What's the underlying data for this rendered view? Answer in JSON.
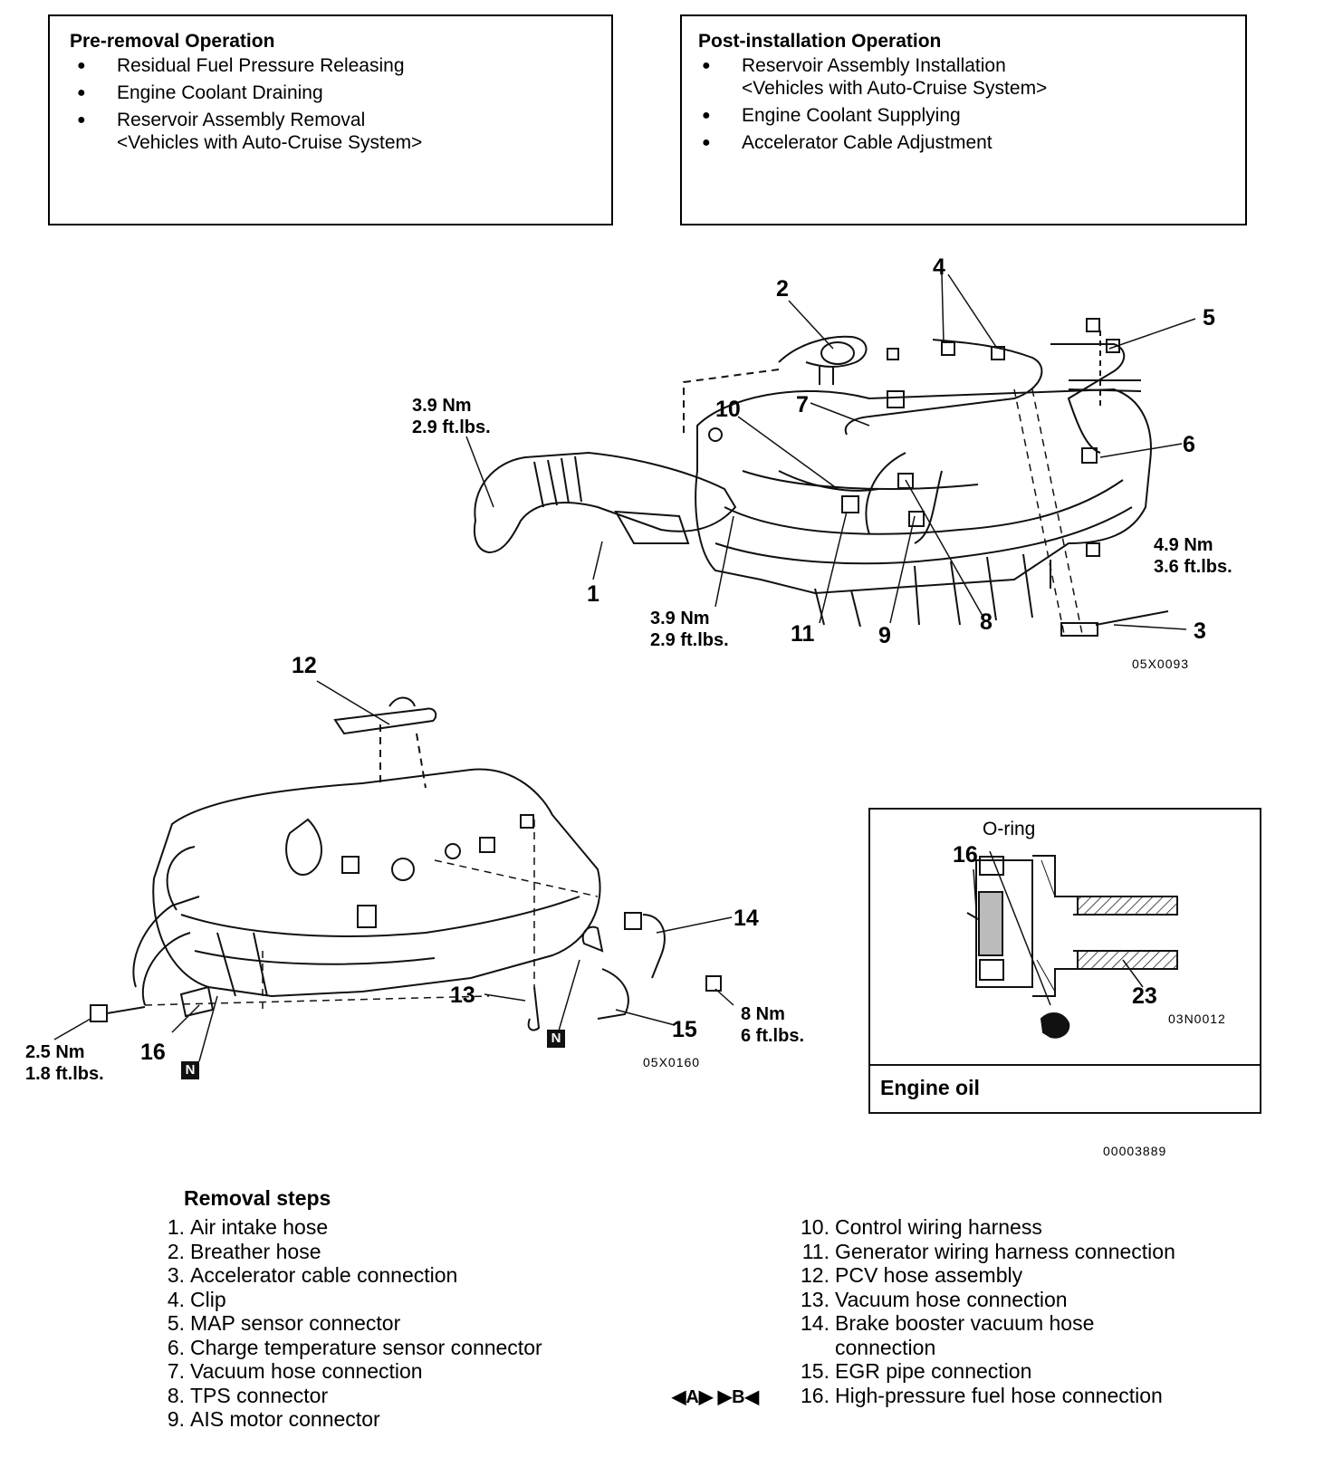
{
  "pre_removal": {
    "title": "Pre-removal Operation",
    "items": [
      {
        "text": "Residual Fuel Pressure Releasing"
      },
      {
        "text": "Engine Coolant Draining"
      },
      {
        "text": "Reservoir Assembly Removal",
        "sub": "<Vehicles with Auto-Cruise System>"
      }
    ]
  },
  "post_installation": {
    "title": "Post-installation Operation",
    "items": [
      {
        "text": "Reservoir Assembly Installation",
        "sub": "<Vehicles with Auto-Cruise System>"
      },
      {
        "text": "Engine Coolant Supplying"
      },
      {
        "text": "Accelerator Cable Adjustment"
      }
    ]
  },
  "diagram_top": {
    "callouts": [
      "1",
      "2",
      "3",
      "4",
      "5",
      "6",
      "7",
      "8",
      "9",
      "10",
      "11"
    ],
    "torque_a": {
      "nm": "3.9 Nm",
      "ftlbs": "2.9 ft.lbs."
    },
    "torque_b": {
      "nm": "3.9 Nm",
      "ftlbs": "2.9 ft.lbs."
    },
    "torque_c": {
      "nm": "4.9 Nm",
      "ftlbs": "3.6 ft.lbs."
    },
    "code": "05X0093"
  },
  "diagram_bottom": {
    "callouts": [
      "12",
      "13",
      "14",
      "15",
      "16"
    ],
    "torque_a": {
      "nm": "2.5 Nm",
      "ftlbs": "1.8 ft.lbs."
    },
    "torque_b": {
      "nm": "8 Nm",
      "ftlbs": "6 ft.lbs."
    },
    "n_mark": "N",
    "code": "05X0160"
  },
  "detail": {
    "oring_label": "O-ring",
    "callout_16": "16",
    "callout_23": "23",
    "code": "03N0012",
    "engine_oil": "Engine oil"
  },
  "figure_code": "00003889",
  "removal_steps": {
    "title": "Removal steps",
    "left": [
      {
        "num": "1.",
        "text": "Air intake hose"
      },
      {
        "num": "2.",
        "text": "Breather hose"
      },
      {
        "num": "3.",
        "text": "Accelerator cable connection"
      },
      {
        "num": "4.",
        "text": "Clip"
      },
      {
        "num": "5.",
        "text": "MAP sensor connector"
      },
      {
        "num": "6.",
        "text": "Charge temperature sensor connector"
      },
      {
        "num": "7.",
        "text": "Vacuum hose connection"
      },
      {
        "num": "8.",
        "text": "TPS connector"
      },
      {
        "num": "9.",
        "text": "AIS motor connector"
      }
    ],
    "right": [
      {
        "num": "10.",
        "text": "Control wiring harness"
      },
      {
        "num": "11.",
        "text": "Generator wiring harness connection"
      },
      {
        "num": "12.",
        "text": "PCV hose assembly"
      },
      {
        "num": "13.",
        "text": "Vacuum hose connection"
      },
      {
        "num": "14.",
        "text": "Brake booster vacuum hose",
        "cont": "connection"
      },
      {
        "num": "15.",
        "text": "EGR pipe connection"
      },
      {
        "num": "16.",
        "text": "High-pressure fuel hose connection"
      }
    ],
    "marks": "◀A▶  ▶B◀"
  }
}
